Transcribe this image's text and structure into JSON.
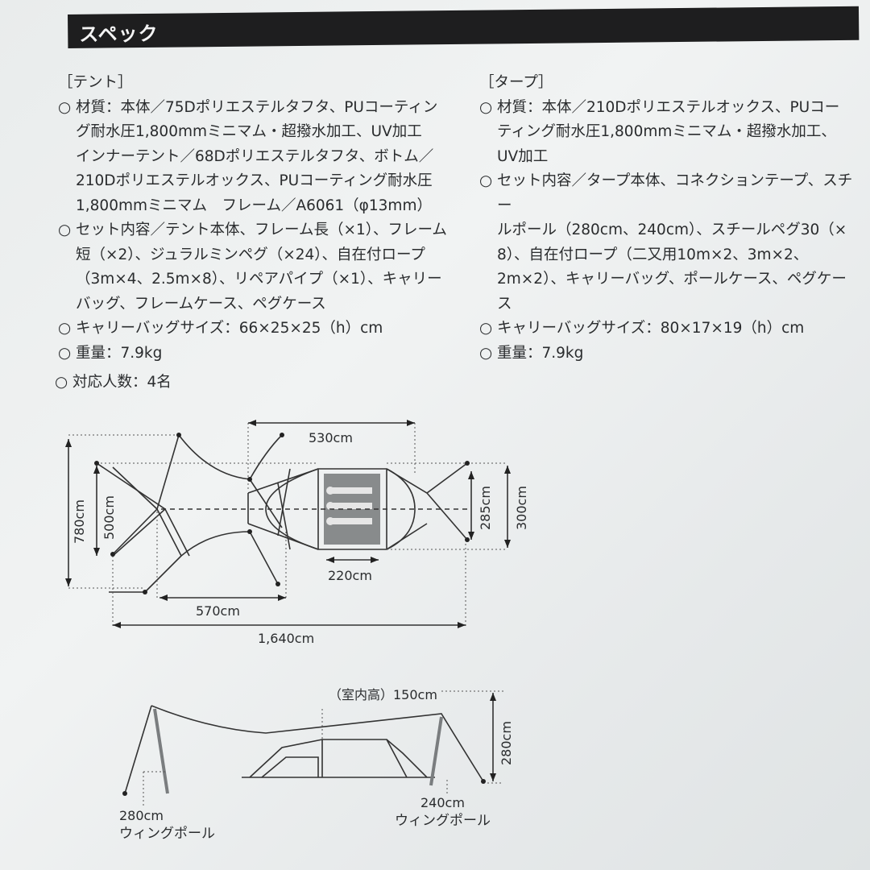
{
  "header": {
    "title": "スペック"
  },
  "tent": {
    "heading": "［テント］",
    "items": [
      {
        "bullet": "○",
        "lines": [
          "材質：本体／75Dポリエステルタフタ、PUコーティン",
          "グ耐水圧1,800mmミニマム・超撥水加工、UV加工",
          "インナーテント／68Dポリエステルタフタ、ボトム／",
          "210Dポリエステルオックス、PUコーティング耐水圧",
          "1,800mmミニマム　フレーム／A6061（φ13mm）"
        ]
      },
      {
        "bullet": "○",
        "lines": [
          "セット内容／テント本体、フレーム長（×1）、フレーム",
          "短（×2）、ジュラルミンペグ（×24）、自在付ロープ",
          "（3m×4、2.5m×8）、リペアパイプ（×1）、キャリー",
          "バッグ、フレームケース、ペグケース"
        ]
      },
      {
        "bullet": "○",
        "lines": [
          "キャリーバッグサイズ：66×25×25（h）cm"
        ]
      },
      {
        "bullet": "○",
        "lines": [
          "重量：7.9kg"
        ]
      }
    ]
  },
  "tarp": {
    "heading": "［タープ］",
    "items": [
      {
        "bullet": "○",
        "lines": [
          "材質：本体／210Dポリエステルオックス、PUコー",
          "ティング耐水圧1,800mmミニマム・超撥水加工、",
          "UV加工"
        ]
      },
      {
        "bullet": "○",
        "lines": [
          "セット内容／タープ本体、コネクションテープ、スチー",
          "ルポール（280cm、240cm）、スチールペグ30（×",
          "8）、自在付ロープ（二又用10m×2、3m×2、",
          "2m×2）、キャリーバッグ、ポールケース、ペグケース"
        ]
      },
      {
        "bullet": "○",
        "lines": [
          "キャリーバッグサイズ：80×17×19（h）cm"
        ]
      },
      {
        "bullet": "○",
        "lines": [
          "重量：7.9kg"
        ]
      }
    ]
  },
  "occupancy": "○ 対応人数：4名",
  "plan_diagram": {
    "dim_top": "530cm",
    "dim_left_outer": "780cm",
    "dim_left_inner": "500cm",
    "dim_right_inner": "285cm",
    "dim_right_outer": "300cm",
    "dim_inner_width": "220cm",
    "dim_bottom_inner": "570cm",
    "dim_bottom_total": "1,640cm"
  },
  "side_diagram": {
    "room_height": "（室内高）150cm",
    "total_height": "280cm",
    "left_pole_size": "280cm",
    "left_pole_label": "ウィングポール",
    "right_pole_size": "240cm",
    "right_pole_label": "ウィングポール"
  }
}
